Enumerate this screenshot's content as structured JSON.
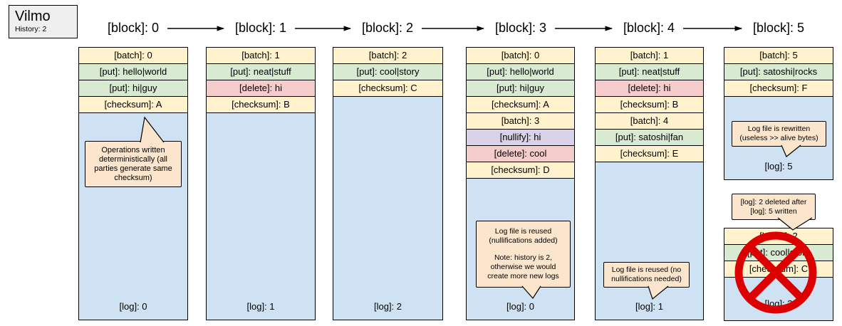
{
  "legend": {
    "title": "Vilmo",
    "subtitle": "History: 2"
  },
  "block_labels": [
    "[block]: 0",
    "[block]: 1",
    "[block]: 2",
    "[block]: 3",
    "[block]: 4",
    "[block]: 5"
  ],
  "columns": [
    {
      "rows": [
        "[batch]: 0",
        "[put]: hello|world",
        "[put]: hi|guy",
        "[checksum]: A"
      ],
      "log": "[log]: 0"
    },
    {
      "rows": [
        "[batch]: 1",
        "[put]: neat|stuff",
        "[delete]: hi",
        "[checksum]: B"
      ],
      "log": "[log]: 1"
    },
    {
      "rows": [
        "[batch]: 2",
        "[put]: cool|story",
        "[checksum]: C"
      ],
      "log": "[log]: 2"
    },
    {
      "rows": [
        "[batch]: 0",
        "[put]: hello|world",
        "[put]: hi|guy",
        "[checksum]: A",
        "[batch]: 3",
        "[nullify]: hi",
        "[delete]: cool",
        "[checksum]: D"
      ],
      "log": "[log]: 0"
    },
    {
      "rows": [
        "[batch]: 1",
        "[put]: neat|stuff",
        "[delete]: hi",
        "[checksum]: B",
        "[batch]: 4",
        "[put]: satoshi|fan",
        "[checksum]: E"
      ],
      "log": "[log]: 1"
    },
    {
      "rows": [
        "[batch]: 5",
        "[put]: satoshi|rocks",
        "[checksum]: F"
      ],
      "log": "[log]: 5"
    }
  ],
  "deleted_log": {
    "rows": [
      "[batch]: 2",
      "[put]: cool|story",
      "[checksum]: C"
    ],
    "log": "[log]: 2"
  },
  "callouts": {
    "block0": "Operations written deterministically (all parties generate same checksum)",
    "block3_line1": "Log file is reused (nullifications added)",
    "block3_line2": "Note: history is 2, otherwise we would create more new logs",
    "block4": "Log file is reused (no nullifications needed)",
    "block5": "Log file is rewritten (useless >> alive bytes)",
    "deleted": "[log]: 2 deleted after [log]: 5 written"
  },
  "colors": {
    "batch_checksum_row": "#fff2cc",
    "put_row": "#d9ead3",
    "delete_row": "#f4cccc",
    "nullify_row": "#d9d2e9",
    "log_area": "#cfe2f3",
    "callout": "#fce5cd",
    "legend_box": "#efefef",
    "prohibited": "#dd0000"
  },
  "icons": {
    "prohibited": "no-symbol"
  }
}
